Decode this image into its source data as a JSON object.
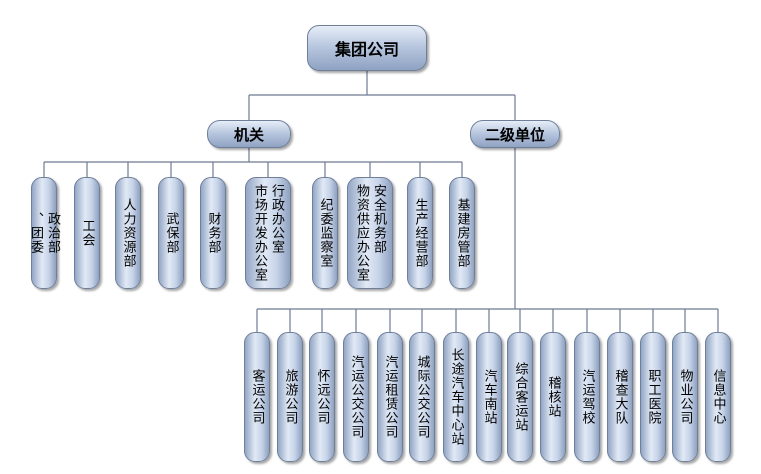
{
  "root": {
    "label": "集团公司"
  },
  "jiguan": {
    "label": "机关",
    "children": [
      "政治部\n、团委",
      "工会",
      "人力资源部",
      "武保部",
      "财务部",
      "行政办公室\n市场开发办公室",
      "纪委监察室",
      "安全机务部\n物资供应办公室",
      "生产经营部",
      "基建房管部"
    ]
  },
  "erji": {
    "label": "二级单位",
    "children": [
      "客运公司",
      "旅游公司",
      "怀远公司",
      "汽运公交公司",
      "汽运租赁公司",
      "城际公交公司",
      "长途汽车中心站",
      "汽车南站",
      "综合客运站",
      "稽核站",
      "汽运驾校",
      "稽查大队",
      "职工医院",
      "物业公司",
      "信息中心"
    ]
  },
  "colors": {
    "line": "#6d7b94"
  }
}
